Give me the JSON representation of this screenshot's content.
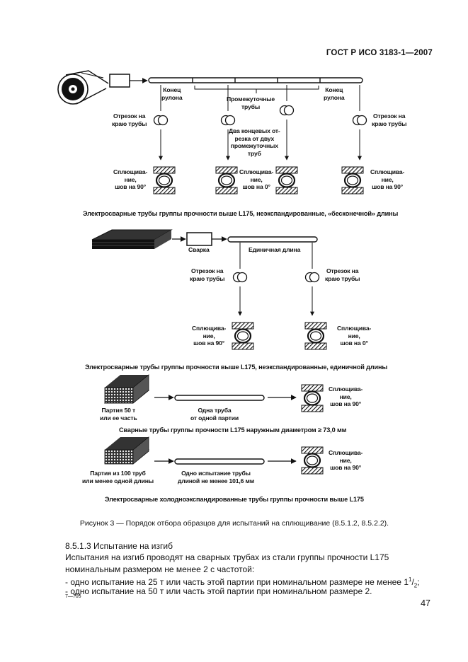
{
  "header": "ГОСТ Р ИСО 3183-1—2007",
  "diagram1": {
    "end_left": "Конец\nрулона",
    "intermediate": "Промежуточные\nтрубы",
    "end_right": "Конец\nрулона",
    "cut_left": "Отрезок на\nкраю трубы",
    "cut_mid": "Два концевых от-\nрезка от двух\nпромежуточных\nтруб",
    "cut_right": "Отрезок на\nкраю трубы",
    "flat1": "Сплющива-\nние,\nшов на 90°",
    "flat2": "Сплющива-\nние,\nшов на 0°",
    "flat3": "Сплющива-\nние,\nшов на 90°",
    "caption": "Электросварные трубы группы прочности выше L175, неэкспандированные, «бесконечной» длины"
  },
  "diagram2": {
    "weld": "Сварка",
    "single": "Единичная длина",
    "cut_left": "Отрезок на\nкраю трубы",
    "cut_right": "Отрезок на\nкраю трубы",
    "flat1": "Сплющива-\nние,\nшов на 90°",
    "flat2": "Сплющива-\nние,\nшов на 0°",
    "caption": "Электросварные трубы группы прочности выше L175, неэкспандированные, единичной длины"
  },
  "diagram3": {
    "batch": "Партия 50 т\nили ее часть",
    "pipe": "Одна труба\nот одной партии",
    "flat": "Сплющива-\nние,\nшов на 90°",
    "caption": "Сварные трубы группы прочности L175 наружным диаметром ≥ 73,0 мм"
  },
  "diagram4": {
    "batch": "Партия из 100 труб\nили менее одной длины",
    "pipe": "Одно испытание трубы\nдлиной не менее 101,6 мм",
    "flat": "Сплющива-\nние,\nшов на 90°",
    "caption": "Электросварные холодноэкспандированные трубы группы прочности выше L175"
  },
  "figure_caption": "Рисунок 3 — Порядок отбора образцов для испытаний на сплющивание (8.5.1.2, 8.5.2.2).",
  "section_heading": "8.5.1.3 Испытание на изгиб",
  "para1": "Испытания на изгиб проводят на сварных трубах из стали группы прочности L175  номинальным размером не менее 2  с частотой:",
  "bullet1_main": "- одно испытание на 25 т или часть этой партии при номинальном размере не менее 1",
  "bullet1_sup": "1",
  "bullet1_sub": "2",
  "bullet1_end": ";",
  "bullet2": "- одно испытание на 50 т или часть этой партии при номинальном размере 2.",
  "footer_code": "7—705",
  "page_number": "47"
}
